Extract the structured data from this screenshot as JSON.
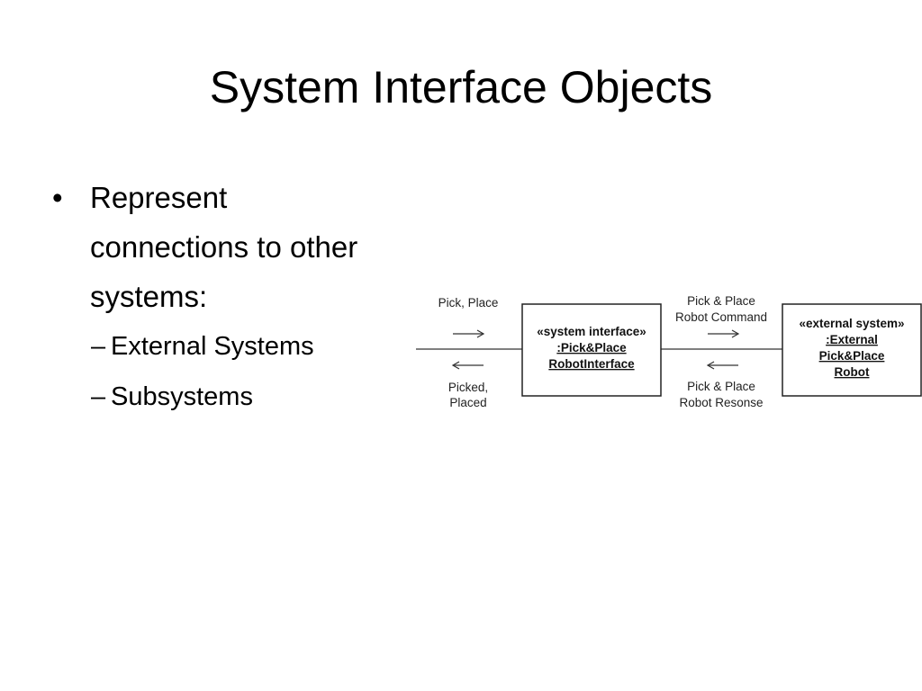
{
  "slide": {
    "title": "System Interface Objects",
    "bullets": [
      {
        "marker": "•",
        "lines": [
          "Represent",
          "connections to other",
          "systems:"
        ]
      }
    ],
    "sub_bullets": [
      {
        "marker": "–",
        "text": "External Systems"
      },
      {
        "marker": "–",
        "text": "Subsystems"
      }
    ]
  },
  "diagram": {
    "left_incoming": "Pick, Place",
    "left_outgoing": [
      "Picked,",
      "Placed"
    ],
    "interface_box": [
      "«system interface»",
      ":Pick&Place",
      "RobotInterface"
    ],
    "command_label": [
      "Pick & Place",
      "Robot Command"
    ],
    "response_label": [
      "Pick & Place",
      "Robot Resonse"
    ],
    "external_box": [
      "«external system»",
      ":External",
      "Pick&Place",
      "Robot"
    ]
  }
}
